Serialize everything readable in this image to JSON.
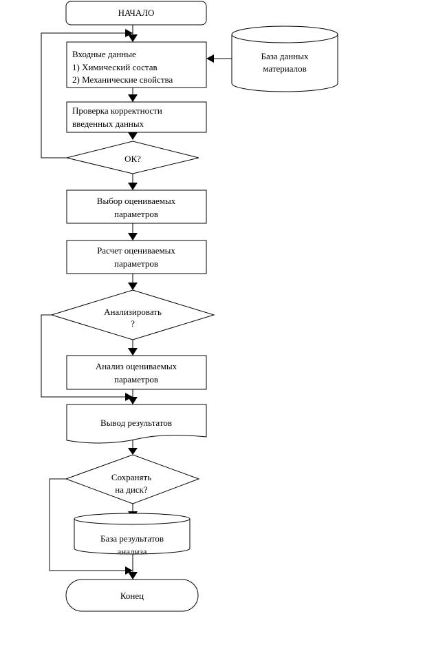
{
  "flowchart": {
    "start": "НАЧАЛО",
    "input": {
      "title": "Входные данные",
      "line1": "1) Химический состав",
      "line2": "2) Механические свойства"
    },
    "materials_db": {
      "line1": "База данных",
      "line2": "материалов"
    },
    "check": {
      "line1": "Проверка корректности",
      "line2": "введенных данных"
    },
    "ok_decision": "ОК?",
    "select_params": {
      "line1": "Выбор оцениваемых",
      "line2": "параметров"
    },
    "calc_params": {
      "line1": "Расчет оцениваемых",
      "line2": "параметров"
    },
    "analyze_decision": {
      "line1": "Анализировать",
      "line2": "?"
    },
    "analysis": {
      "line1": "Анализ оцениваемых",
      "line2": "параметров"
    },
    "output": "Вывод результатов",
    "save_decision": {
      "line1": "Сохранять",
      "line2": "на диск?"
    },
    "results_db": {
      "line1": "База результатов",
      "line2": "анализа"
    },
    "end": "Конец"
  }
}
